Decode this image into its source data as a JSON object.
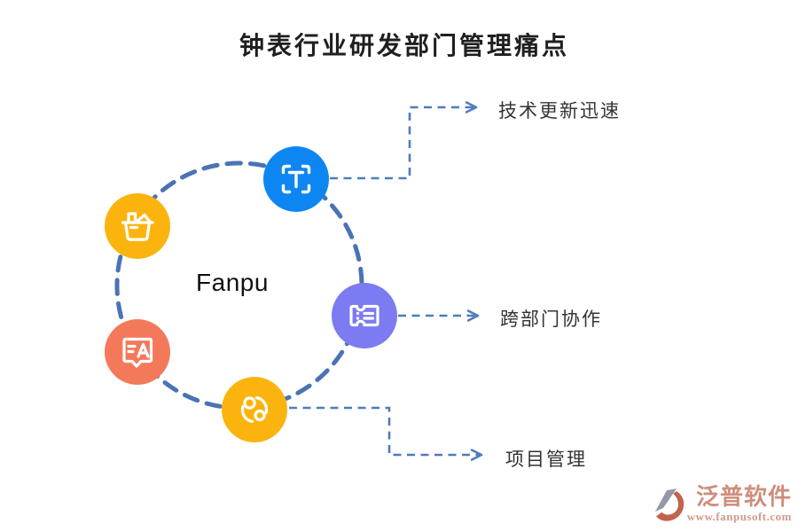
{
  "title": "钟表行业研发部门管理痛点",
  "center_label": "Fanpu",
  "callouts": [
    {
      "id": "tech",
      "label": "技术更新迅速"
    },
    {
      "id": "collab",
      "label": "跨部门协作"
    },
    {
      "id": "project",
      "label": "项目管理"
    }
  ],
  "icons": [
    {
      "name": "scan-text-icon",
      "color": "#0e86f2"
    },
    {
      "name": "basket-icon",
      "color": "#fbb40e"
    },
    {
      "name": "chat-translate-icon",
      "color": "#f4795b"
    },
    {
      "name": "ticket-icon",
      "color": "#7c7bf1"
    },
    {
      "name": "sync-icon",
      "color": "#fbb40e"
    }
  ],
  "colors": {
    "orbit_dash": "#4a73b5",
    "connector": "#4e7cbc",
    "title_text": "#1f1f1f",
    "label_text": "#333333",
    "watermark_brand": "#ce8e7c",
    "watermark_url": "#d29a8b",
    "watermark_logo_gray": "#929aa5",
    "watermark_logo_red": "#c2634e"
  },
  "watermark": {
    "brand": "泛普软件",
    "url": "www.fanpusoft.com"
  }
}
